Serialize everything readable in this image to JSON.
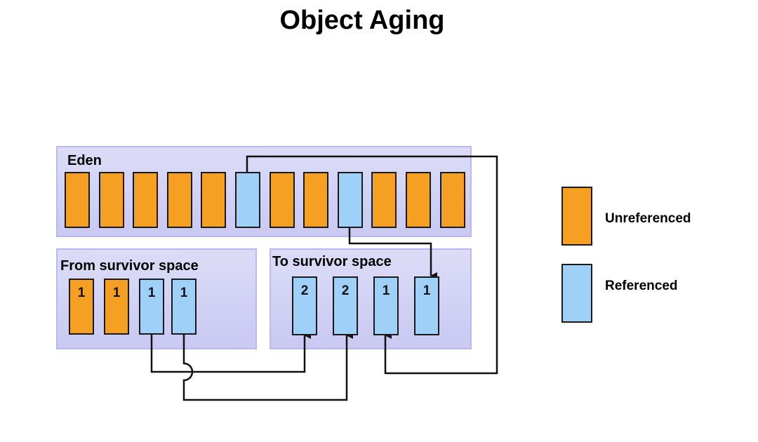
{
  "title": "Object Aging",
  "regions": {
    "eden": {
      "label": "Eden"
    },
    "from": {
      "label": "From survivor space"
    },
    "to": {
      "label": "To survivor space"
    }
  },
  "eden_objects": [
    "unreferenced",
    "unreferenced",
    "unreferenced",
    "unreferenced",
    "unreferenced",
    "referenced",
    "unreferenced",
    "unreferenced",
    "referenced",
    "unreferenced",
    "unreferenced",
    "unreferenced"
  ],
  "from_objects": [
    {
      "state": "unreferenced",
      "age": "1"
    },
    {
      "state": "unreferenced",
      "age": "1"
    },
    {
      "state": "referenced",
      "age": "1"
    },
    {
      "state": "referenced",
      "age": "1"
    }
  ],
  "to_objects": [
    {
      "state": "referenced",
      "age": "2"
    },
    {
      "state": "referenced",
      "age": "2"
    },
    {
      "state": "referenced",
      "age": "1"
    },
    {
      "state": "referenced",
      "age": "1"
    }
  ],
  "legend": [
    {
      "state": "unreferenced",
      "label": "Unreferenced"
    },
    {
      "state": "referenced",
      "label": "Referenced"
    }
  ],
  "colors": {
    "unreferenced": "#f5a023",
    "referenced": "#9fd0f7",
    "region_fill": "#d2d2f5"
  }
}
